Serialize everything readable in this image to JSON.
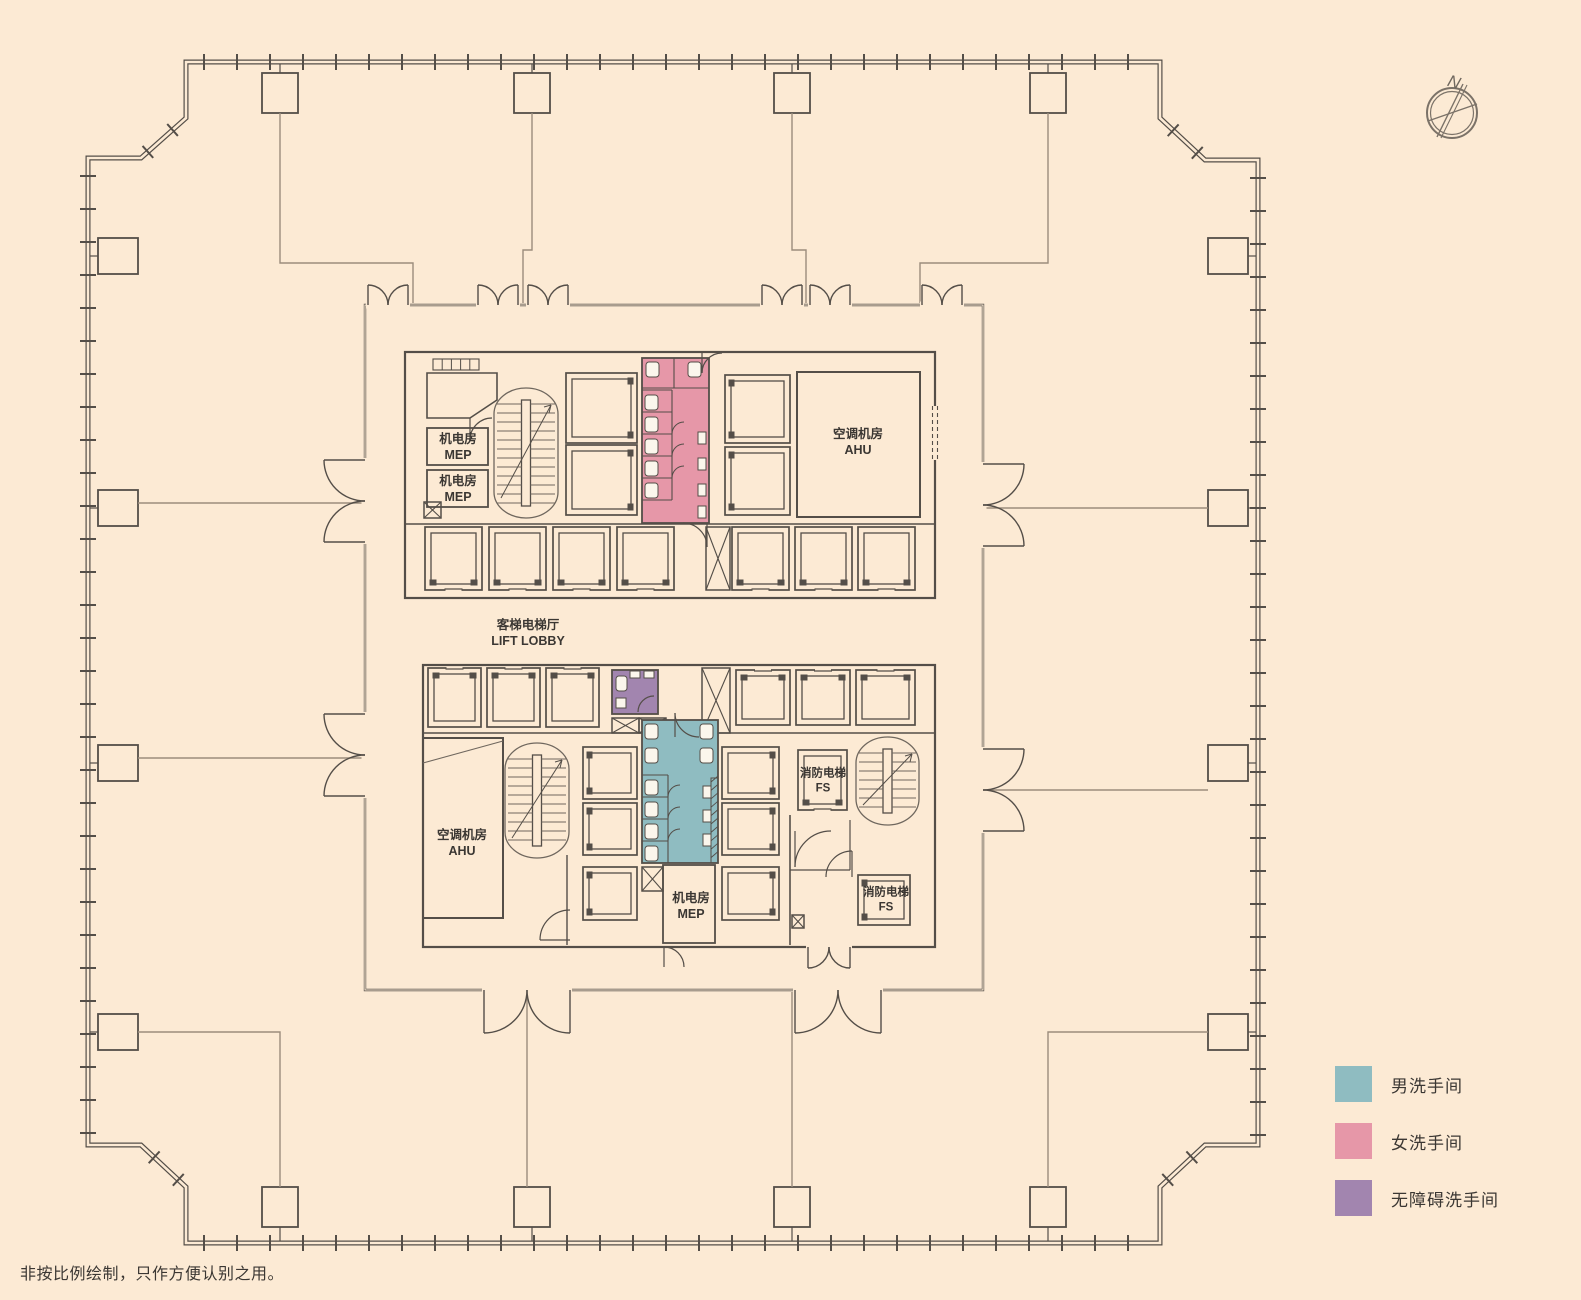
{
  "page": {
    "note": "非按比例绘制，只作方便认别之用。"
  },
  "compass": {
    "label": "N"
  },
  "legend": {
    "items": [
      {
        "id": "male-toilet",
        "label": "男洗手间",
        "color": "#8fbcc1"
      },
      {
        "id": "female-toilet",
        "label": "女洗手间",
        "color": "#e697a8"
      },
      {
        "id": "accessible-toilet",
        "label": "无障碍洗手间",
        "color": "#a285af"
      }
    ]
  },
  "rooms": {
    "mep_upper_1": {
      "zh": "机电房",
      "en": "MEP"
    },
    "mep_upper_2": {
      "zh": "机电房",
      "en": "MEP"
    },
    "ahu_upper": {
      "zh": "空调机房",
      "en": "AHU"
    },
    "lift_lobby": {
      "zh": "客梯电梯厅",
      "en": "LIFT LOBBY"
    },
    "ahu_lower": {
      "zh": "空调机房",
      "en": "AHU"
    },
    "fs_lift_1": {
      "zh": "消防电梯",
      "en": "FS"
    },
    "fs_lift_2": {
      "zh": "消防电梯",
      "en": "FS"
    },
    "mep_lower": {
      "zh": "机电房",
      "en": "MEP"
    }
  },
  "colors": {
    "background": "#fcead4",
    "wall_dark": "#544e48",
    "wall_medium": "#6f675e",
    "thin_line": "#9b8d7d",
    "text": "#3b3733"
  }
}
